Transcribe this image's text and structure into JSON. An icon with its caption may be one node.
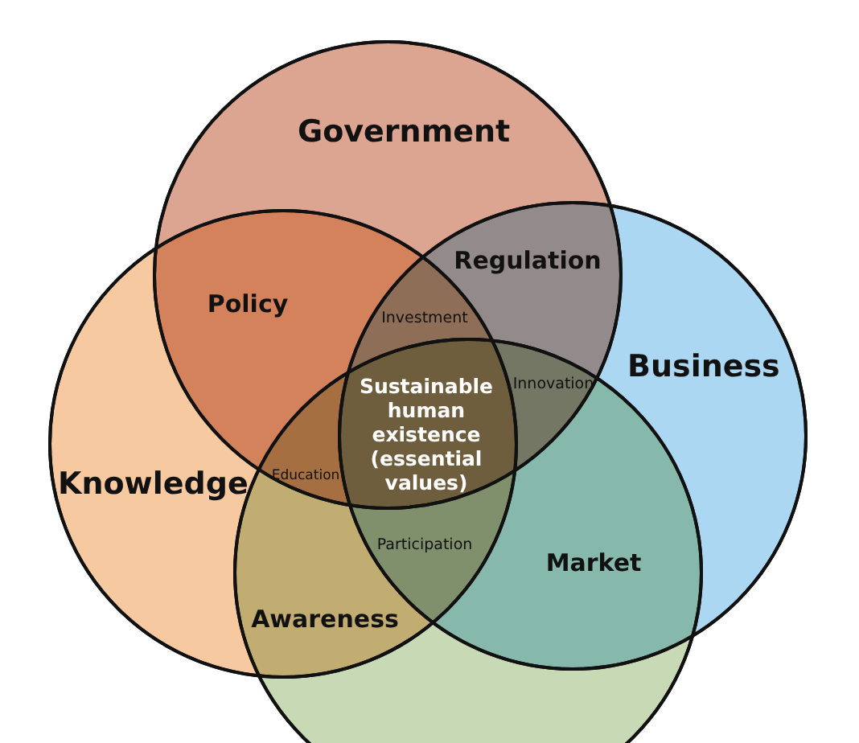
{
  "diagram": {
    "nodes": [
      {
        "text": [
          "Government"
        ]
      },
      {
        "text": [
          "Knowledge"
        ]
      },
      {
        "text": [
          "Business"
        ]
      },
      {
        "text": [],
        "shape": "circle"
      }
    ],
    "labels": [
      "Policy",
      "Regulation",
      "Investment",
      "Innovation",
      "Sustainable human existence (essential values)",
      "Education",
      "Participation",
      "Market",
      "Awareness"
    ]
  }
}
